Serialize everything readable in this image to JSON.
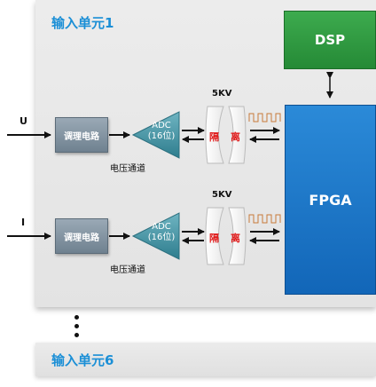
{
  "unit1": {
    "title": "输入单元1"
  },
  "unit6": {
    "title": "输入单元6"
  },
  "dsp": {
    "label": "DSP"
  },
  "fpga": {
    "label": "FPGA"
  },
  "channels": [
    {
      "input_label": "U",
      "conditioning_label": "调理电路",
      "adc_line1": "ADC",
      "adc_line2": "(16位)",
      "voltage_channel_label": "电压通道",
      "isolation_voltage": "5KV",
      "isolation_left": "隔",
      "isolation_right": "离"
    },
    {
      "input_label": "I",
      "conditioning_label": "调理电路",
      "adc_line1": "ADC",
      "adc_line2": "(16位)",
      "voltage_channel_label": "电压通道",
      "isolation_voltage": "5KV",
      "isolation_left": "隔",
      "isolation_right": "离"
    }
  ],
  "colors": {
    "title_blue": "#1b8fd6",
    "dsp_green": "#2f9b40",
    "fpga_blue": "#1a74c8",
    "isolation_red": "#e01b1b",
    "adc_teal": "#3d8fa0",
    "clock_orange": "#c87a3a"
  }
}
